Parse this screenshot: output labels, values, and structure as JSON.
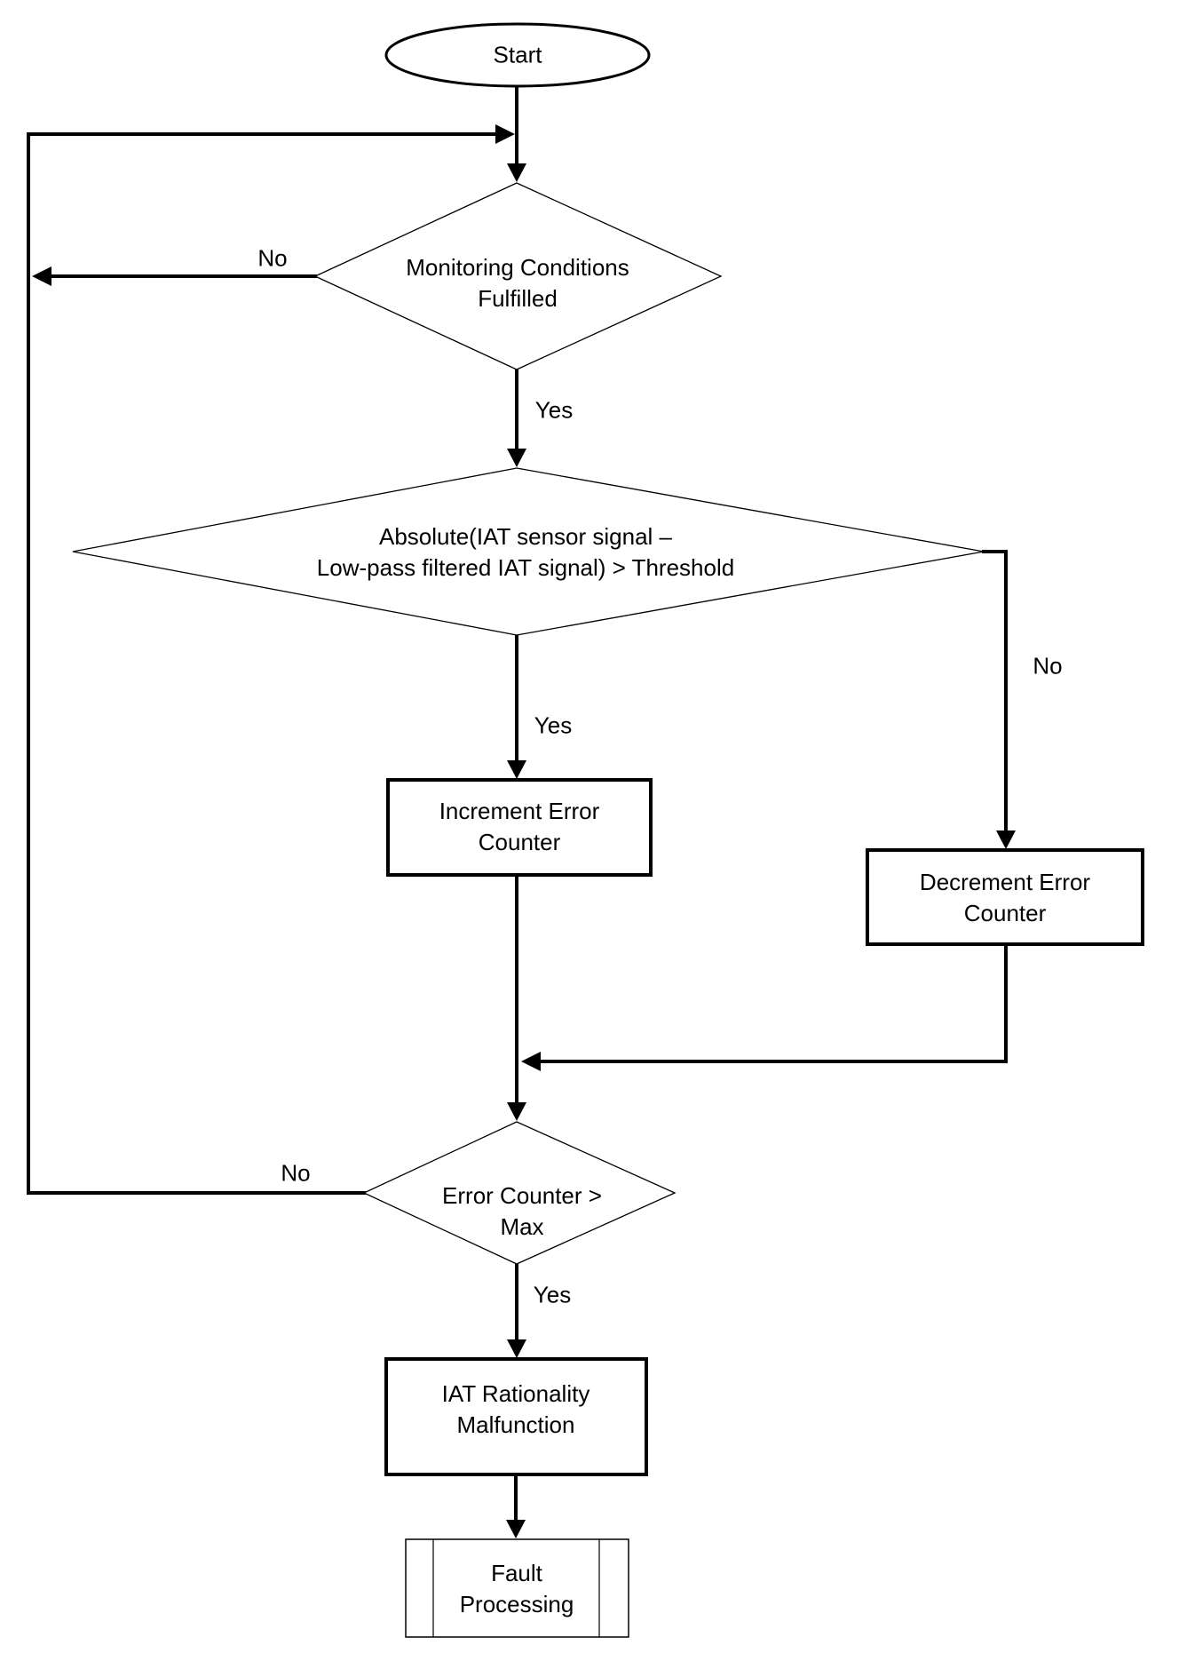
{
  "flowchart": {
    "background_color": "#ffffff",
    "stroke_color": "#000000",
    "nodes": {
      "start": {
        "type": "terminator",
        "label": "Start"
      },
      "monitoring_conditions": {
        "type": "decision",
        "line1": "Monitoring Conditions",
        "line2": "Fulfilled"
      },
      "absolute_threshold": {
        "type": "decision",
        "line1": "Absolute(IAT sensor signal –",
        "line2": "Low-pass filtered IAT signal) > Threshold"
      },
      "increment_error_counter": {
        "type": "process",
        "line1": "Increment Error",
        "line2": "Counter"
      },
      "decrement_error_counter": {
        "type": "process",
        "line1": "Decrement Error",
        "line2": "Counter"
      },
      "error_counter_max": {
        "type": "decision",
        "line1": "Error Counter >",
        "line2": "Max"
      },
      "iat_rationality_malfunction": {
        "type": "process",
        "line1": "IAT Rationality",
        "line2": "Malfunction"
      },
      "fault_processing": {
        "type": "predefined_process",
        "line1": "Fault",
        "line2": "Processing"
      }
    },
    "edge_labels": {
      "monitoring_no": "No",
      "monitoring_yes": "Yes",
      "absolute_yes": "Yes",
      "absolute_no": "No",
      "error_counter_no": "No",
      "error_counter_yes": "Yes"
    }
  }
}
